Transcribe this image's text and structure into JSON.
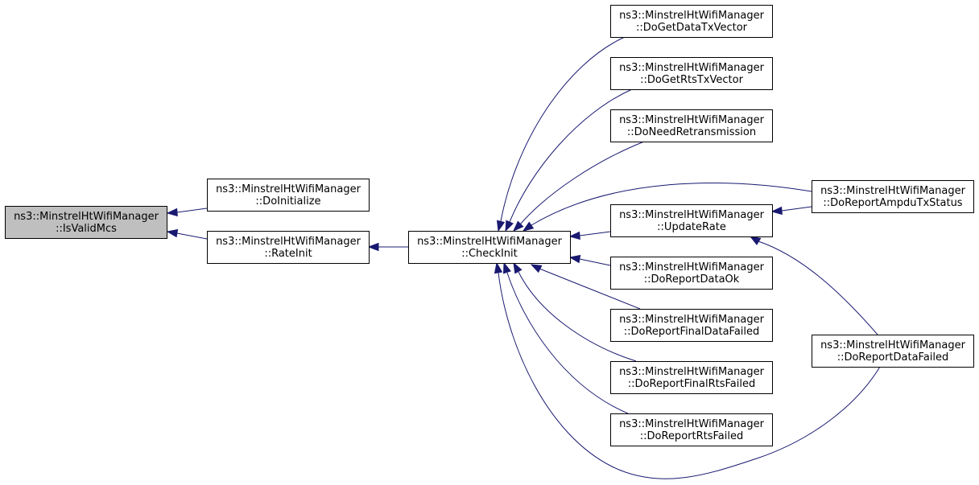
{
  "diagram": {
    "type": "caller-graph",
    "colors": {
      "edge": "#191970",
      "focus_fill": "#bfbfbf",
      "node_fill": "#ffffff",
      "node_border": "#000000"
    },
    "nodes": [
      {
        "id": "isvalidmcs",
        "line1": "ns3::MinstrelHtWifiManager",
        "line2": "::IsValidMcs",
        "focus": true
      },
      {
        "id": "doinitialize",
        "line1": "ns3::MinstrelHtWifiManager",
        "line2": "::DoInitialize"
      },
      {
        "id": "rateinit",
        "line1": "ns3::MinstrelHtWifiManager",
        "line2": "::RateInit"
      },
      {
        "id": "checkinit",
        "line1": "ns3::MinstrelHtWifiManager",
        "line2": "::CheckInit"
      },
      {
        "id": "dogetdatatxvector",
        "line1": "ns3::MinstrelHtWifiManager",
        "line2": "::DoGetDataTxVector"
      },
      {
        "id": "dogetrtstxvector",
        "line1": "ns3::MinstrelHtWifiManager",
        "line2": "::DoGetRtsTxVector"
      },
      {
        "id": "doneedretransmission",
        "line1": "ns3::MinstrelHtWifiManager",
        "line2": "::DoNeedRetransmission"
      },
      {
        "id": "updaterate",
        "line1": "ns3::MinstrelHtWifiManager",
        "line2": "::UpdateRate"
      },
      {
        "id": "doreportdataok",
        "line1": "ns3::MinstrelHtWifiManager",
        "line2": "::DoReportDataOk"
      },
      {
        "id": "doreportfinaldatafailed",
        "line1": "ns3::MinstrelHtWifiManager",
        "line2": "::DoReportFinalDataFailed"
      },
      {
        "id": "doreportfinalrtsfailed",
        "line1": "ns3::MinstrelHtWifiManager",
        "line2": "::DoReportFinalRtsFailed"
      },
      {
        "id": "doreportrtsfailed",
        "line1": "ns3::MinstrelHtWifiManager",
        "line2": "::DoReportRtsFailed"
      },
      {
        "id": "doreportampdutxstatus",
        "line1": "ns3::MinstrelHtWifiManager",
        "line2": "::DoReportAmpduTxStatus"
      },
      {
        "id": "doreportdatafailed",
        "line1": "ns3::MinstrelHtWifiManager",
        "line2": "::DoReportDataFailed"
      }
    ],
    "edges": [
      {
        "from": "doinitialize",
        "to": "isvalidmcs"
      },
      {
        "from": "rateinit",
        "to": "isvalidmcs"
      },
      {
        "from": "checkinit",
        "to": "rateinit"
      },
      {
        "from": "dogetdatatxvector",
        "to": "checkinit"
      },
      {
        "from": "dogetrtstxvector",
        "to": "checkinit"
      },
      {
        "from": "doneedretransmission",
        "to": "checkinit"
      },
      {
        "from": "doreportampdutxstatus",
        "to": "checkinit"
      },
      {
        "from": "updaterate",
        "to": "checkinit"
      },
      {
        "from": "doreportdataok",
        "to": "checkinit"
      },
      {
        "from": "doreportfinaldatafailed",
        "to": "checkinit"
      },
      {
        "from": "doreportfinalrtsfailed",
        "to": "checkinit"
      },
      {
        "from": "doreportrtsfailed",
        "to": "checkinit"
      },
      {
        "from": "doreportdatafailed",
        "to": "checkinit"
      },
      {
        "from": "doreportampdutxstatus",
        "to": "updaterate"
      },
      {
        "from": "doreportdatafailed",
        "to": "updaterate"
      }
    ]
  }
}
